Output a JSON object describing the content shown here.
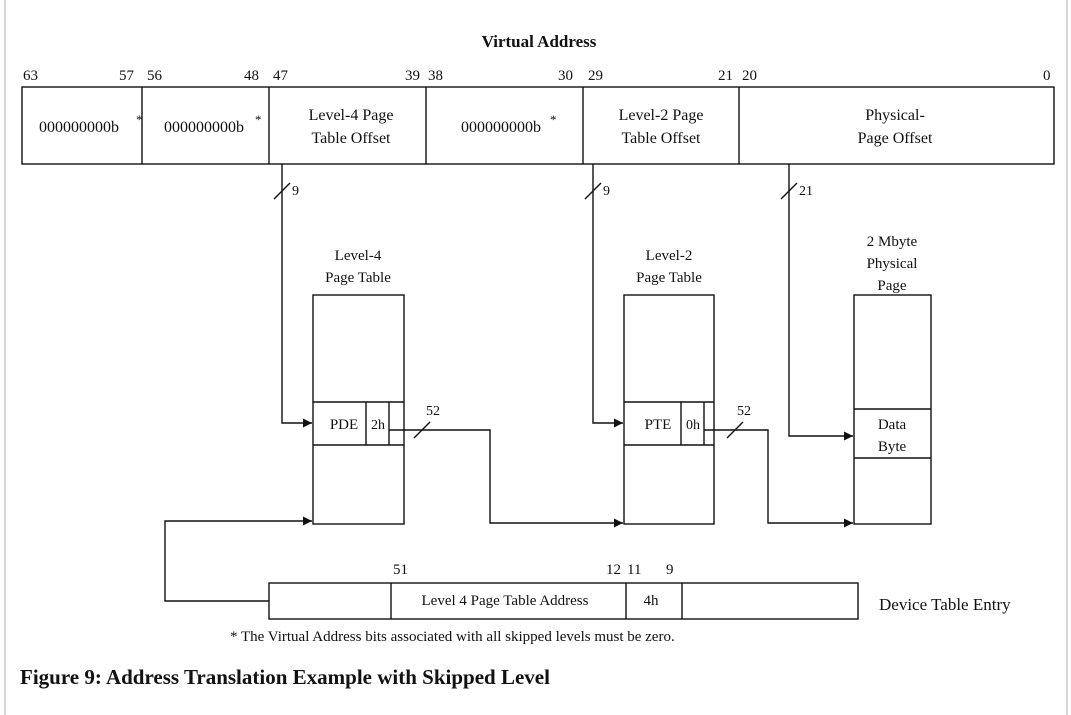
{
  "title": "Virtual Address",
  "caption": "Figure 9: Address Translation Example with Skipped Level",
  "footnote": "* The Virtual Address bits associated with all skipped levels must be zero.",
  "bit_labels": {
    "b63": "63",
    "b57": "57",
    "b56": "56",
    "b48": "48",
    "b47": "47",
    "b39": "39",
    "b38": "38",
    "b30": "30",
    "b29": "29",
    "b21": "21",
    "b20": "20",
    "b0": "0"
  },
  "fields": {
    "zero1": "000000000b",
    "zero2": "000000000b",
    "l4_line1": "Level-4 Page",
    "l4_line2": "Table Offset",
    "zero3": "000000000b",
    "l2_line1": "Level-2 Page",
    "l2_line2": "Table Offset",
    "phys_line1": "Physical-",
    "phys_line2": "Page Offset",
    "star": "*"
  },
  "slash_labels": {
    "s1": "9",
    "s2": "9",
    "s3": "21",
    "s4": "52",
    "s5": "52"
  },
  "tables": {
    "l4_line1": "Level-4",
    "l4_line2": "Page Table",
    "l2_line1": "Level-2",
    "l2_line2": "Page Table",
    "phys_line1": "2 Mbyte",
    "phys_line2": "Physical",
    "phys_line3": "Page",
    "pde": "PDE",
    "pde_level": "2h",
    "pte": "PTE",
    "pte_level": "0h",
    "data_line1": "Data",
    "data_line2": "Byte"
  },
  "dte": {
    "bit51": "51",
    "bit12": "12",
    "bit11": "11",
    "bit9": "9",
    "address_label": "Level 4 Page Table Address",
    "mode": "4h",
    "name": "Device Table Entry"
  }
}
